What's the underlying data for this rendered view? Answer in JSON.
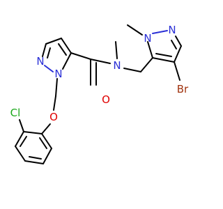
{
  "molecule": {
    "colors": {
      "carbon": "#000000",
      "nitrogen": "#2a2fd6",
      "oxygen": "#e00000",
      "chlorine": "#1aa81a",
      "bromine": "#a0330f"
    },
    "atoms": {
      "n_pyrazole_left_1": "N",
      "n_pyrazole_left_2": "N",
      "o_carbonyl": "O",
      "n_amide": "N",
      "n_pyrazole_right_1": "N",
      "n_pyrazole_right_2": "N",
      "br": "Br",
      "o_ether": "O",
      "cl": "Cl"
    }
  }
}
